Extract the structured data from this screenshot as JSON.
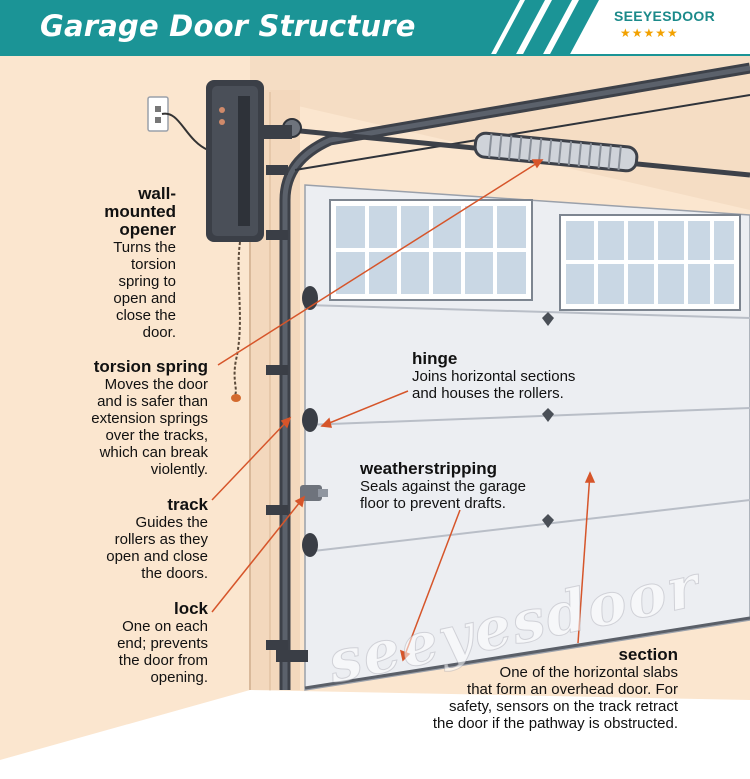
{
  "header": {
    "title": "Garage Door Structure",
    "brand": "SEEYESDOOR",
    "rating_stars": "★★★★★",
    "accent_color": "#1b9496"
  },
  "watermark": "seeyesdoor",
  "labels": {
    "opener": {
      "heading": "wall-mounted opener",
      "heading_lines": [
        "wall-",
        "mounted",
        "opener"
      ],
      "desc_lines": [
        "Turns the",
        "torsion",
        "spring to",
        "open and",
        "close the",
        "door."
      ]
    },
    "spring": {
      "heading": "torsion spring",
      "desc_lines": [
        "Moves the door",
        "and is safer than",
        "extension springs",
        "over the tracks,",
        "which can break",
        "violently."
      ]
    },
    "track": {
      "heading": "track",
      "desc_lines": [
        "Guides the",
        "rollers as they",
        "open and close",
        "the doors."
      ]
    },
    "lock": {
      "heading": "lock",
      "desc_lines": [
        "One on each",
        "end; prevents",
        "the door from",
        "opening."
      ]
    },
    "hinge": {
      "heading": "hinge",
      "desc_lines": [
        "Joins horizontal sections",
        "and houses the rollers."
      ]
    },
    "weatherstripping": {
      "heading": "weatherstripping",
      "desc_lines": [
        "Seals against the garage",
        "floor to prevent drafts."
      ]
    },
    "section": {
      "heading": "section",
      "desc_lines": [
        "One of the horizontal slabs",
        "that form an overhead door. For",
        "safety, sensors on the track retract",
        "the door if the pathway is obstructed."
      ]
    }
  }
}
